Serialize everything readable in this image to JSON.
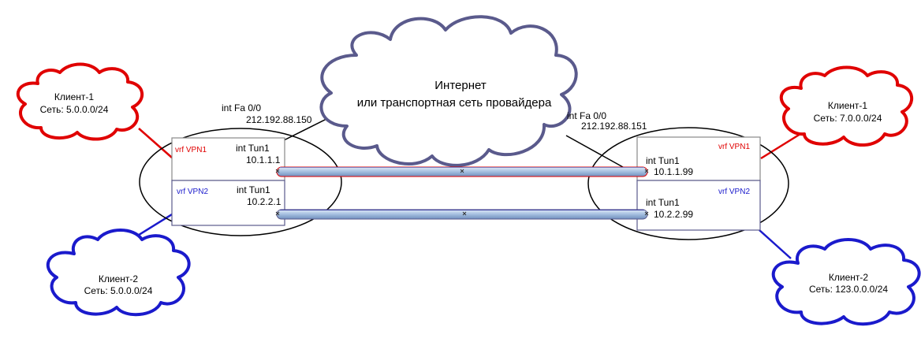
{
  "internet": {
    "line1": "Интернет",
    "line2": "или транспортная сеть провайдера"
  },
  "left_router": {
    "interface": "int Fa 0/0",
    "ip": "212.192.88.150",
    "vrf1": {
      "label": "vrf VPN1",
      "tunnel": "int Tun1",
      "ip": "10.1.1.1"
    },
    "vrf2": {
      "label": "vrf VPN2",
      "tunnel": "int Tun1",
      "ip": "10.2.2.1"
    }
  },
  "right_router": {
    "interface": "int Fa 0/0",
    "ip": "212.192.88.151",
    "vrf1": {
      "label": "vrf VPN1",
      "tunnel": "int Tun1",
      "ip": "10.1.1.99"
    },
    "vrf2": {
      "label": "vrf VPN2",
      "tunnel": "int Tun1",
      "ip": "10.2.2.99"
    }
  },
  "clients": {
    "left_red": {
      "name": "Клиент-1",
      "net": "Сеть: 5.0.0.0/24"
    },
    "left_blue": {
      "name": "Клиент-2",
      "net": "Сеть: 5.0.0.0/24"
    },
    "right_red": {
      "name": "Клиент-1",
      "net": "Сеть: 7.0.0.0/24"
    },
    "right_blue": {
      "name": "Клиент-2",
      "net": "Сеть: 123.0.0.0/24"
    }
  },
  "colors": {
    "red": "#e00000",
    "blue": "#1a1acc",
    "cloud": "#5a5a8c",
    "tunnel": "#8fb0d8"
  }
}
